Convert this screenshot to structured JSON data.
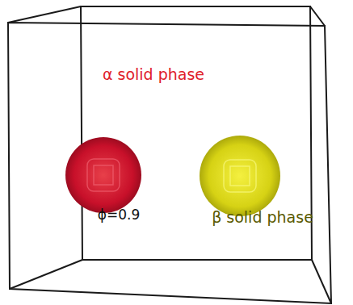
{
  "diagram": {
    "labels": [
      "α solid phase",
      "ϕ=0.9",
      "β solid phase"
    ]
  }
}
